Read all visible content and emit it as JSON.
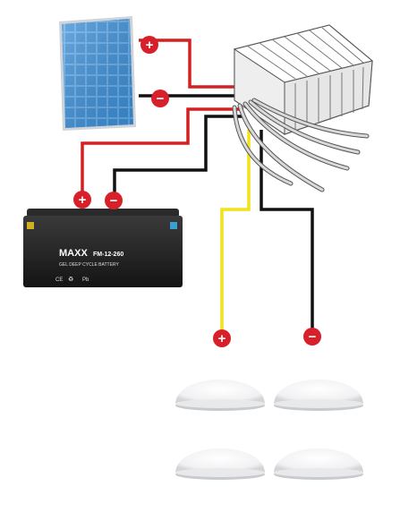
{
  "diagram": {
    "polarity": {
      "positive": "+",
      "negative": "−"
    },
    "battery": {
      "brand": "MAXX",
      "model": "FM-12-260",
      "subtitle": "GEL DEEP CYCLE BATTERY",
      "certs": [
        "CE",
        "♻",
        "Pb"
      ]
    },
    "colors": {
      "positive_wire": "#d42020",
      "negative_wire": "#111111",
      "load_positive_wire": "#f2e21a",
      "terminal_positive": "#d8202a",
      "terminal_negative": "#d8202a"
    },
    "icons": {
      "solar_panel": "solar-panel-icon",
      "controller": "charge-controller-icon",
      "battery": "battery-icon",
      "lamp": "ceiling-lamp-icon"
    }
  }
}
